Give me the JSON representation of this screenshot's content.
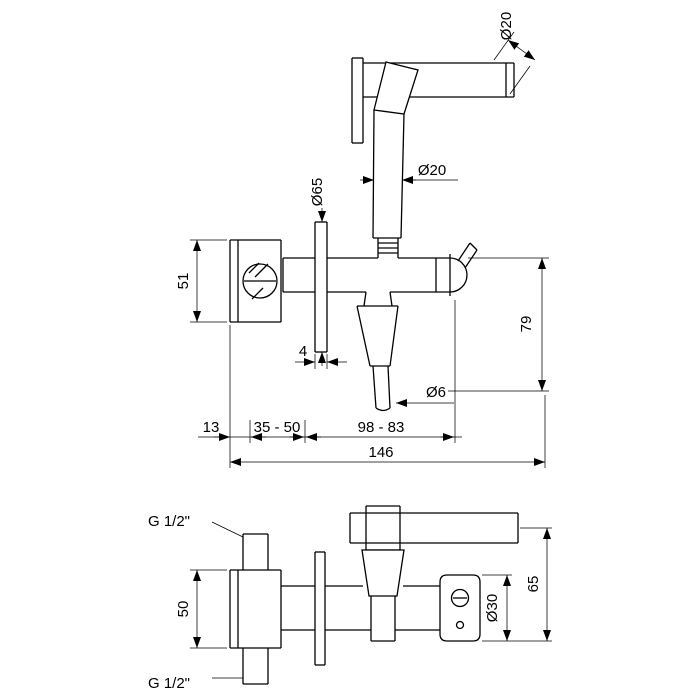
{
  "page": {
    "background": "#ffffff",
    "ink": "#000000"
  },
  "front_view": {
    "dim_arm_diameter": "Ø20",
    "dim_handle_diameter": "Ø20",
    "dim_flange_diameter": "Ø65",
    "dim_valve_height": "51",
    "dim_outlet_drop": "79",
    "dim_flange_thickness": "4",
    "dim_spout_diameter": "Ø6",
    "dim_wall_offset": "13",
    "dim_adjust_range": "35 - 50",
    "dim_projection_range": "98 - 83",
    "dim_overall_width": "146"
  },
  "top_view": {
    "thread_top": "G 1/2\"",
    "dim_valve_width": "50",
    "dim_knob_diameter": "Ø30",
    "dim_depth": "65",
    "thread_bottom": "G 1/2\""
  }
}
